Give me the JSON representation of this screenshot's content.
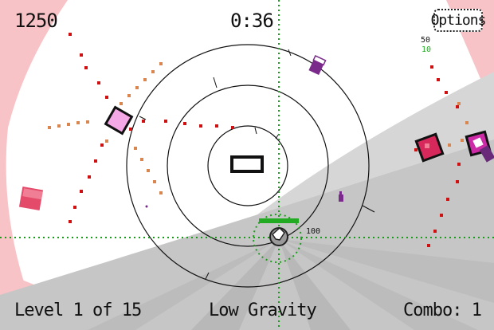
{
  "hud": {
    "score": "1250",
    "timer": "0:36",
    "options_label": "Options",
    "stat_a": "50",
    "stat_b": "10",
    "player_value": "100",
    "level_label": "Level 1 of 15",
    "mode_label": "Low Gravity",
    "combo_label": "Combo: 1"
  },
  "player": {
    "health": 1.0
  },
  "colors": {
    "background": "#ffffff",
    "edge_pink": "#f7c3c6",
    "floor_light": "#d9d9d9",
    "floor_dark": "#c9c9c9",
    "ring_stroke": "#111111",
    "crosshair_green": "#1a9e1a",
    "health_green": "#22aa22",
    "dot_red": "#d01010",
    "dot_orange": "#d98550",
    "enemy_pink": "#f5a8e6",
    "enemy_red": "#e44b6b",
    "enemy_magenta": "#cc2aa6",
    "enemy_purple": "#7a2a8a"
  },
  "icons": {
    "player": "player-ship-icon",
    "target": "target-reticle-icon",
    "enemy_square": "enemy-square-icon",
    "enemy_pickup": "tilted-canister-icon"
  }
}
